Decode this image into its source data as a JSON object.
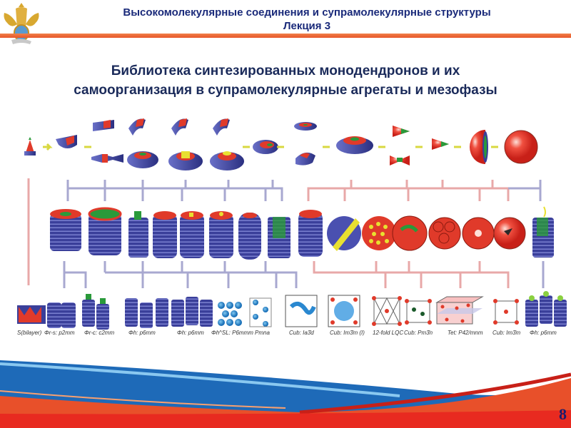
{
  "header": {
    "course_title": "Высокомолекулярные соединения и супрамолекулярные структуры",
    "lecture": "Лекция 3",
    "emblem_icon": "double-headed-eagle-emblem-icon",
    "accent_color": "#e8552a"
  },
  "slide": {
    "title_line1": "Библиотека синтезированных монодендронов и их",
    "title_line2": "самоорганизация в супрамолекулярные агрегаты и мезофазы",
    "page_number": "8"
  },
  "diagram": {
    "colors": {
      "blue": "#3a3f9a",
      "red": "#e03a2a",
      "green": "#2a9a3a",
      "yellow": "#e8e030",
      "connector_blue": "#9a9ac8",
      "connector_red": "#e8a0a0",
      "arrow": "#d8d840"
    },
    "lattice_labels": [
      "S(bilayer)",
      "Φr-s: p2mm",
      "Φr-c: c2mm",
      "Φh: p6mm",
      "Φh: p6mm",
      "Φh^SL: P6mmm",
      "Pmna",
      "Cub: Ia3̄d",
      "Cub: Im3̄m (I)",
      "12-fold LQC",
      "Cub: Pm3̄n",
      "Tet: P42/mnm",
      "Cub: Im3̄m",
      "Φh: p6mm"
    ]
  }
}
